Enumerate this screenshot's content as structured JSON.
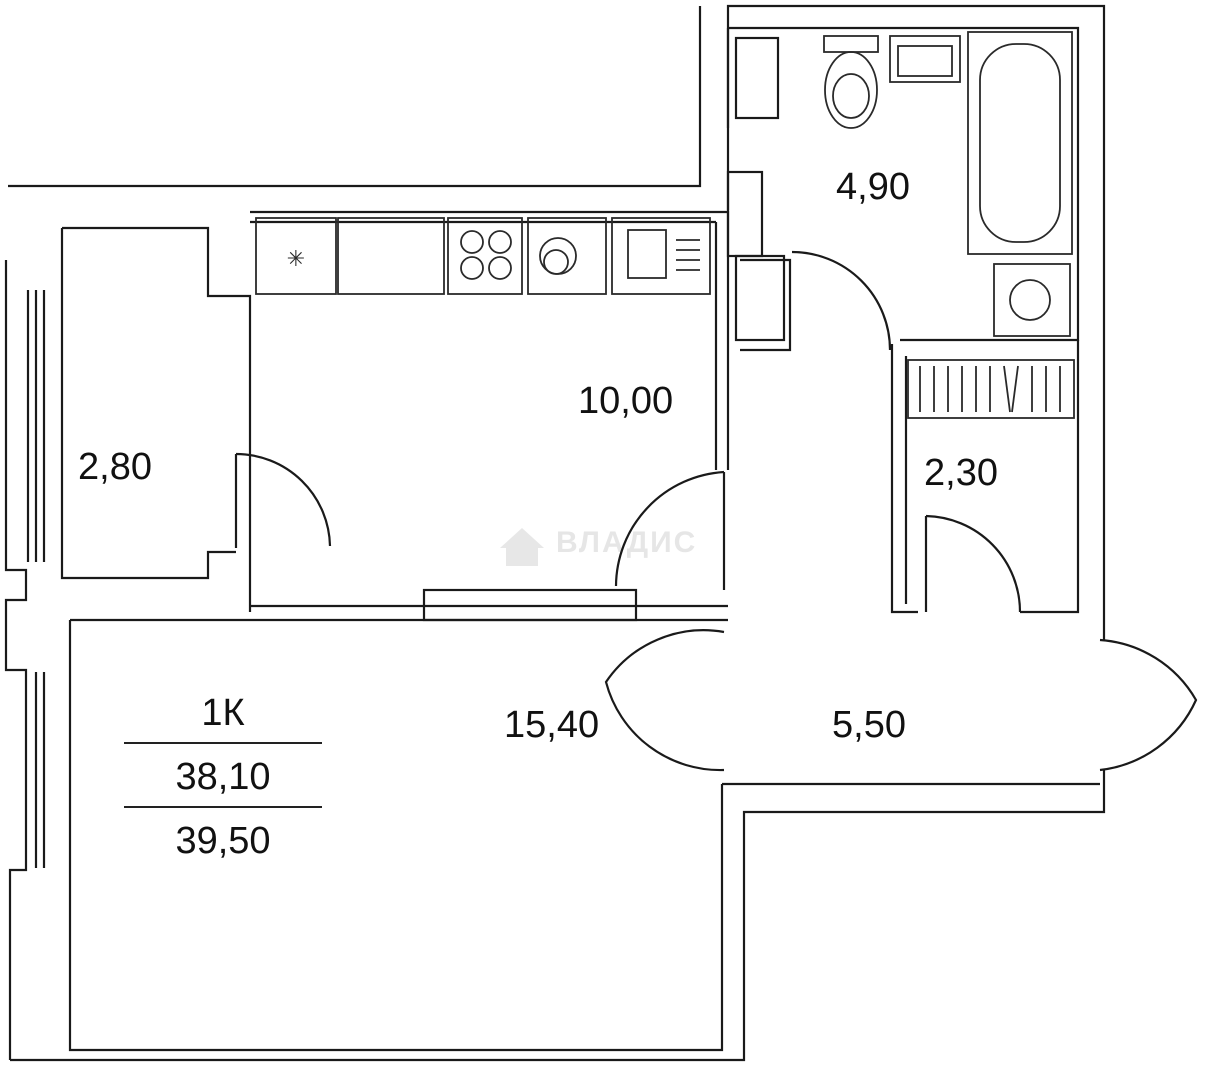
{
  "rooms": [
    {
      "id": "bathroom",
      "area": "4,90"
    },
    {
      "id": "kitchen",
      "area": "10,00"
    },
    {
      "id": "loggia",
      "area": "2,80"
    },
    {
      "id": "storage",
      "area": "2,30"
    },
    {
      "id": "living-room",
      "area": "15,40"
    },
    {
      "id": "hallway",
      "area": "5,50"
    }
  ],
  "summary": {
    "rooms_label": "1К",
    "living_area": "38,10",
    "total_area": "39,50"
  },
  "watermark": {
    "text": "ВЛАДИС"
  },
  "colors": {
    "wall": "#1a1a1a",
    "fixture": "#2a2a2a",
    "background": "#ffffff"
  }
}
